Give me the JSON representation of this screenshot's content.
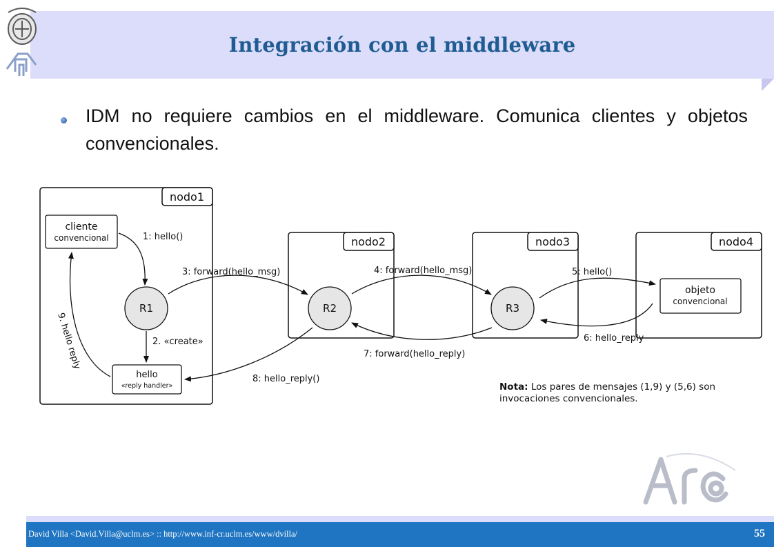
{
  "header": {
    "title": "Integración con el middleware"
  },
  "content": {
    "bullet": "IDM no requiere cambios en el middleware. Comunica clientes y objetos convencionales."
  },
  "diagram": {
    "nodes": {
      "nodo1": "nodo1",
      "nodo2": "nodo2",
      "nodo3": "nodo3",
      "nodo4": "nodo4"
    },
    "cliente_line1": "cliente",
    "cliente_line2": "convencional",
    "objeto_line1": "objeto",
    "objeto_line2": "convencional",
    "hello_line1": "hello",
    "hello_line2": "«reply handler»",
    "r1": "R1",
    "r2": "R2",
    "r3": "R3",
    "messages": {
      "m1": "1: hello()",
      "m2": "2. «create»",
      "m3": "3: forward(hello_msg)",
      "m4": "4: forward(hello_msg)",
      "m5": "5: hello()",
      "m6": "6: hello_reply",
      "m7": "7: forward(hello_reply)",
      "m8": "8: hello_reply()",
      "m9": "9. hello reply"
    },
    "note_bold": "Nota:",
    "note_text": " Los pares de mensajes (1,9) y (5,6) son invocaciones convencionales."
  },
  "footer": {
    "author": "David Villa <David.Villa@uclm.es> :: http://www.inf-cr.uclm.es/www/dvilla/",
    "page": "55"
  },
  "colors": {
    "title": "#1f5c91",
    "title_band": "#dcdcfb",
    "footer": "#1f75c1",
    "router_fill": "#e6e6e6"
  }
}
